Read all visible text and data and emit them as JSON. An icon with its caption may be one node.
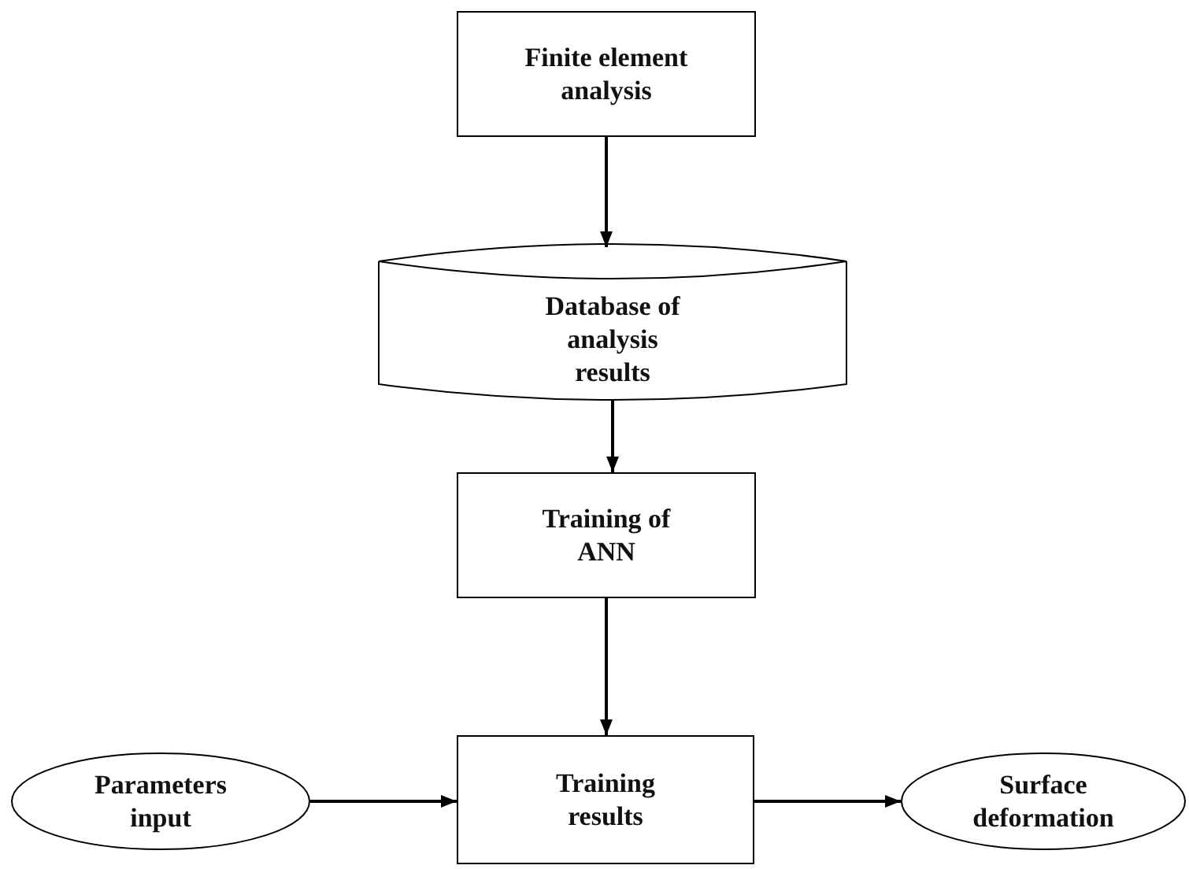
{
  "diagram": {
    "nodes": [
      {
        "text": [
          "Finite element analysis"
        ]
      },
      {
        "text": [
          "Database of analysis results"
        ]
      },
      {
        "text": [
          "Training of ANN"
        ]
      },
      {
        "text": [
          "Training results"
        ]
      },
      {
        "text": [
          "Parameters input"
        ]
      },
      {
        "text": [
          "Surface deformation"
        ]
      }
    ],
    "edges": [
      {
        "from": 0,
        "to": 1,
        "arrow": "to"
      },
      {
        "from": 1,
        "to": 2,
        "arrow": "to"
      },
      {
        "from": 2,
        "to": 3,
        "arrow": "to"
      },
      {
        "from": 4,
        "to": 3,
        "arrow": "to"
      },
      {
        "from": 3,
        "to": 5,
        "arrow": "to"
      }
    ]
  }
}
